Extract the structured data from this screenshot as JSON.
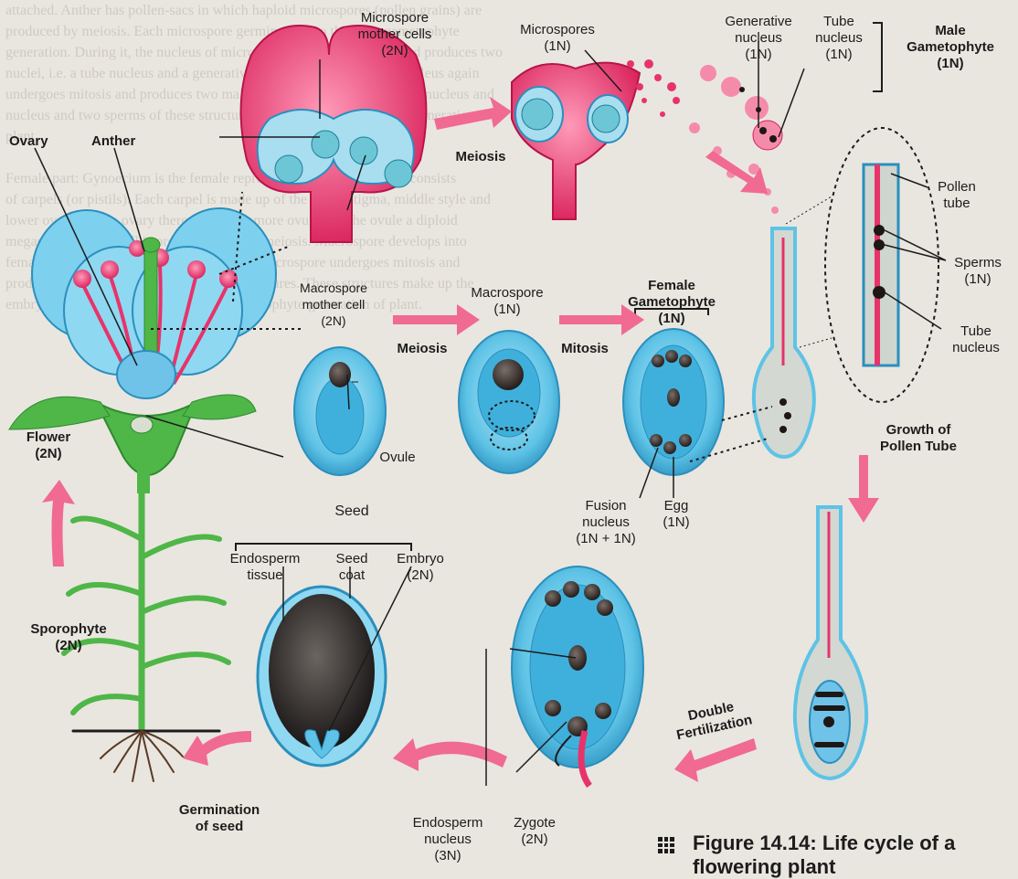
{
  "background_text": [
    "attached. Anther has pollen-sacs in which haploid microspores (pollen grains) are",
    "produced by meiosis. Each microspore germinates into the male gametophyte",
    "generation. During it, the nucleus of microspore undergoes mitosis and produces two",
    "nuclei, i.e. a tube nucleus and a generative nucleus. The generative nucleus again",
    "undergoes mitosis and produces two male gametes or sperms. The tube nucleus and",
    "nucleus and two sperms of these structures are the male gametophyte generation of",
    "plant.",
    "",
    "Female part: Gynoecium is the female reproductive part of flower. It consists",
    "of carpels (or pistils). Each carpel is made up of the upper stigma, middle style and",
    "lower ovary. Inside ovary there are one or more ovules. In the ovule a diploid",
    "megaspore mother cell is produced through meiosis. Macrospore develops into",
    "female gametophyte generation. During it, macrospore undergoes mitosis and",
    "produces an egg, polar nuclei and other structures. These structures make up the",
    "embryo sac and comprises the female gametophyte generation of plant."
  ],
  "labels": {
    "ovary": "Ovary",
    "anther": "Anther",
    "microspore_mother": "Microspore\nmother cells\n(2N)",
    "microspores": "Microspores\n(1N)",
    "generative": "Generative\nnucleus\n(1N)",
    "tube_nucleus_top": "Tube\nnucleus\n(1N)",
    "male_gametophyte": "Male\nGametophyte\n(1N)",
    "meiosis_top": "Meiosis",
    "pollen_tube": "Pollen\ntube",
    "sperms": "Sperms\n(1N)",
    "tube_nucleus_right": "Tube\nnucleus",
    "macrospore_mother": "Macrospore\nmother cell\n(2N)",
    "meiosis_mid": "Meiosis",
    "macrospore": "Macrospore\n(1N)",
    "female_gametophyte": "Female\nGametophyte\n(1N)",
    "mitosis": "Mitosis",
    "ovule": "Ovule",
    "flower": "Flower\n(2N)",
    "growth_pollen_tube": "Growth of\nPollen Tube",
    "fusion_nucleus": "Fusion\nnucleus\n(1N + 1N)",
    "egg": "Egg\n(1N)",
    "seed": "Seed",
    "endosperm_tissue": "Endosperm\ntissue",
    "seed_coat": "Seed\ncoat",
    "embryo": "Embryo\n(2N)",
    "sporophyte": "Sporophyte\n(2N)",
    "double_fertilization": "Double\nFertilization",
    "germination": "Germination\nof seed",
    "endosperm_nucleus": "Endosperm\nnucleus\n(3N)",
    "zygote": "Zygote\n(2N)"
  },
  "caption": "Figure 14.14: Life cycle of a flowering plant",
  "colors": {
    "pink": "#e8336a",
    "pink_light": "#f27aa0",
    "blue": "#5ec3e6",
    "blue_dark": "#2a8fbe",
    "green": "#4fb648",
    "green_dark": "#2f8a2f",
    "dark_cell": "#3a2f2b",
    "arrow": "#f06a92"
  }
}
